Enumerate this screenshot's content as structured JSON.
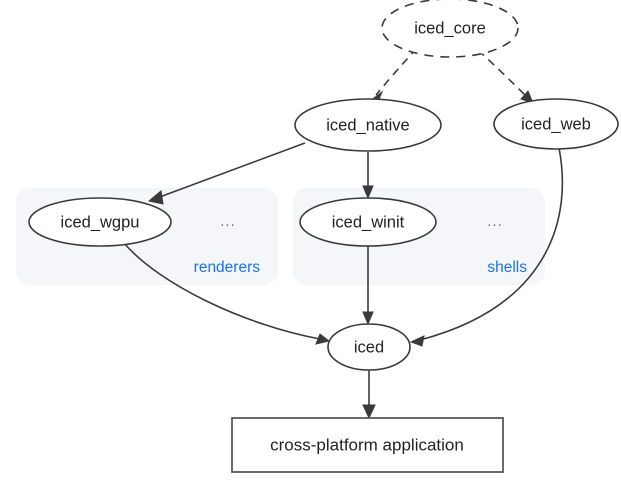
{
  "diagram": {
    "type": "directed-graph",
    "title": "",
    "background_color": "#ffffff",
    "accent_color": "#1a73e8",
    "cluster_fill": "#f4f6f9",
    "stroke_color": "#3a3a3a",
    "nodes": [
      {
        "id": "iced_core",
        "label": "iced_core",
        "shape": "ellipse",
        "style": "dashed"
      },
      {
        "id": "iced_native",
        "label": "iced_native",
        "shape": "ellipse",
        "style": "solid"
      },
      {
        "id": "iced_web",
        "label": "iced_web",
        "shape": "ellipse",
        "style": "solid"
      },
      {
        "id": "iced_wgpu",
        "label": "iced_wgpu",
        "shape": "ellipse",
        "style": "solid"
      },
      {
        "id": "iced_winit",
        "label": "iced_winit",
        "shape": "ellipse",
        "style": "solid"
      },
      {
        "id": "iced",
        "label": "iced",
        "shape": "ellipse",
        "style": "solid"
      },
      {
        "id": "application",
        "label": "cross-platform application",
        "shape": "rect",
        "style": "solid"
      }
    ],
    "clusters": [
      {
        "id": "renderers",
        "label": "renderers",
        "ellipsis": "...",
        "members": [
          "iced_wgpu"
        ]
      },
      {
        "id": "shells",
        "label": "shells",
        "ellipsis": "...",
        "members": [
          "iced_winit"
        ]
      }
    ],
    "edges": [
      {
        "from": "iced_core",
        "to": "iced_native",
        "style": "dashed"
      },
      {
        "from": "iced_core",
        "to": "iced_web",
        "style": "dashed"
      },
      {
        "from": "iced_native",
        "to": "iced_wgpu",
        "style": "solid"
      },
      {
        "from": "iced_native",
        "to": "iced_winit",
        "style": "solid"
      },
      {
        "from": "iced_wgpu",
        "to": "iced",
        "style": "solid"
      },
      {
        "from": "iced_winit",
        "to": "iced",
        "style": "solid"
      },
      {
        "from": "iced_web",
        "to": "iced",
        "style": "solid"
      },
      {
        "from": "iced",
        "to": "application",
        "style": "solid"
      }
    ]
  }
}
